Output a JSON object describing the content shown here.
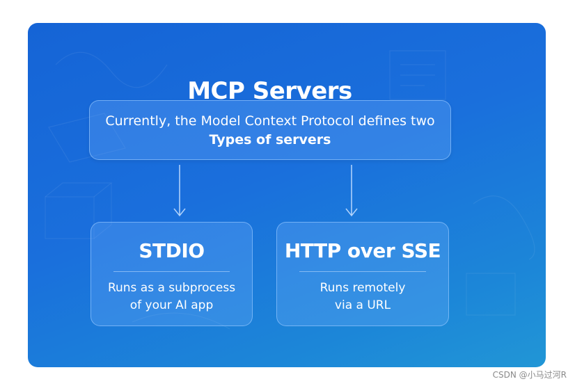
{
  "title": "MCP Servers",
  "intro": {
    "line1": "Currently, the Model Context Protocol defines two",
    "line2": "Types of servers"
  },
  "server_types": [
    {
      "name": "STDIO",
      "desc_line1": "Runs as a subprocess",
      "desc_line2": "of your AI app"
    },
    {
      "name": "HTTP over SSE",
      "desc_line1": "Runs remotely",
      "desc_line2": "via a URL"
    }
  ],
  "watermark": "CSDN @小马过河R",
  "colors": {
    "background_gradient_start": "#1564d6",
    "background_gradient_end": "#2196d6",
    "text": "#ffffff",
    "box_border": "#96c8ff"
  }
}
